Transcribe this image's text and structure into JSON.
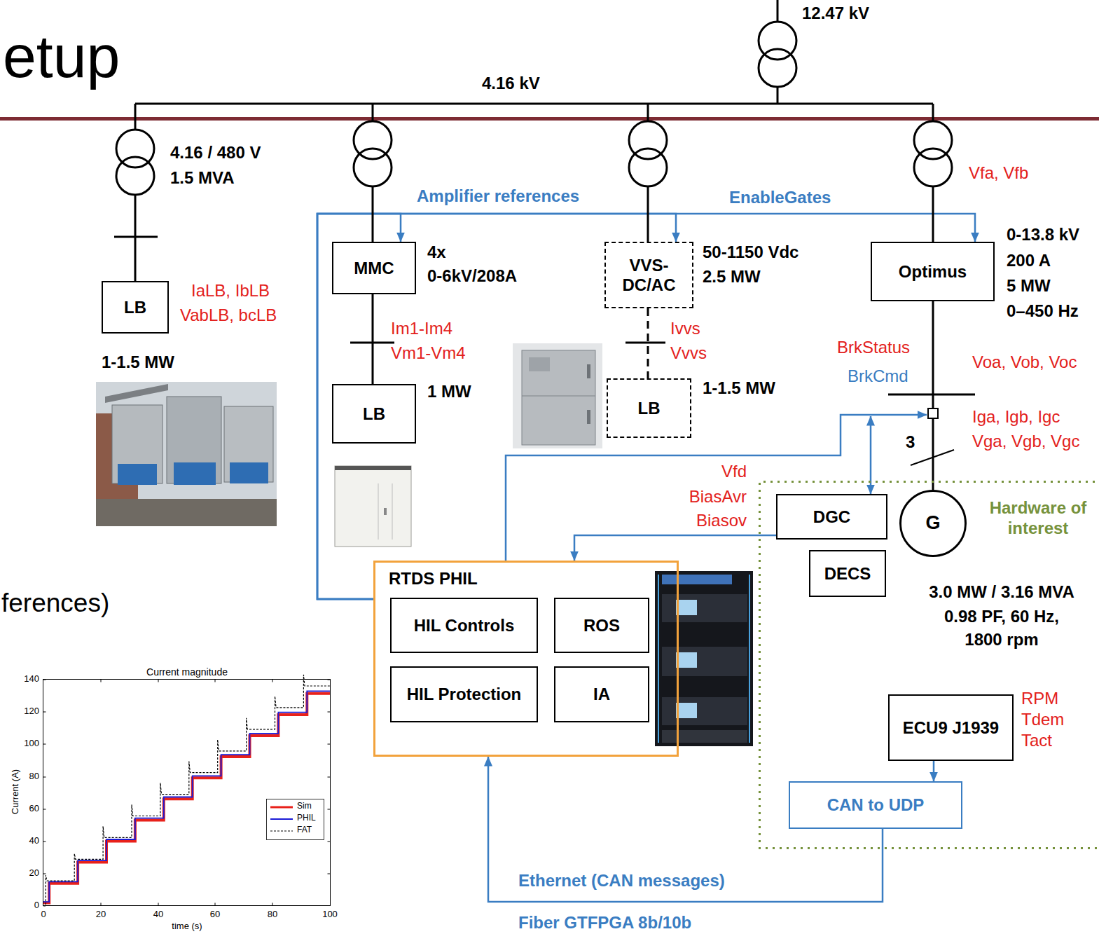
{
  "diagram": {
    "title": "etup",
    "nodes": [
      {
        "text": [
          "LB"
        ]
      },
      {
        "text": [
          "MMC"
        ]
      },
      {
        "text": [
          "VVS- DC/AC"
        ]
      },
      {
        "text": [
          "Optimus"
        ]
      },
      {
        "text": [
          "LB"
        ]
      },
      {
        "text": [
          "LB"
        ]
      },
      {
        "text": [
          "Hardware of interest"
        ]
      },
      {
        "text": [
          "DGC"
        ],
        "in": 6
      },
      {
        "text": [
          "G"
        ],
        "in": 6
      },
      {
        "text": [
          "DECS"
        ],
        "in": 6
      },
      {
        "text": [
          "ECU9 J1939"
        ],
        "in": 6
      },
      {
        "text": [
          "CAN to UDP"
        ],
        "in": 6
      },
      {
        "text": [
          "RTDS PHIL"
        ]
      },
      {
        "text": [
          "HIL Controls"
        ],
        "in": 12
      },
      {
        "text": [
          "ROS"
        ],
        "in": 12
      },
      {
        "text": [
          "HIL Protection"
        ],
        "in": 12
      },
      {
        "text": [
          "IA"
        ],
        "in": 12
      }
    ],
    "edges": [
      {
        "from": 1,
        "to": 4,
        "arrow": "none"
      },
      {
        "from": 2,
        "to": 5,
        "arrow": "none"
      },
      {
        "from": 3,
        "to": 8,
        "arrow": "none"
      },
      {
        "from": 12,
        "to": 1,
        "label": "Amplifier references",
        "arrow": "to"
      },
      {
        "from": 12,
        "to": 2,
        "arrow": "to"
      },
      {
        "from": 12,
        "to": 3,
        "label": "EnableGates",
        "arrow": "to"
      },
      {
        "from": 7,
        "to": 12,
        "arrow": "to"
      },
      {
        "from": 10,
        "to": 11,
        "arrow": "to"
      },
      {
        "from": 11,
        "to": 12,
        "label": "Ethernet (CAN messages)",
        "arrow": "to"
      }
    ],
    "labels": [
      "12.47 kV",
      "4.16 kV",
      "4.16 / 480 V",
      "1.5 MVA",
      "IaLB, IbLB",
      "VabLB, bcLB",
      "1-1.5 MW",
      "4x",
      "0-6kV/208A",
      "Im1-Im4",
      "Vm1-Vm4",
      "1 MW",
      "50-1150 Vdc",
      "2.5 MW",
      "Ivvs",
      "Vvvs",
      "1-1.5 MW",
      "Vfa, Vfb",
      "0-13.8 kV",
      "200 A",
      "5 MW",
      "0–450 Hz",
      "BrkStatus",
      "BrkCmd",
      "Voa, Vob, Voc",
      "Iga, Igb, Igc",
      "Vga, Vgb, Vgc",
      "3",
      "Vfd",
      "BiasAvr",
      "Biasov",
      "3.0 MW / 3.16 MVA",
      "0.98 PF, 60 Hz,",
      "1800 rpm",
      "RPM",
      "Tdem",
      "Tact",
      "Fiber GTFPGA 8b/10b",
      "ferences)",
      "Current magnitude",
      "140",
      "120",
      "100",
      "80",
      "60",
      "40",
      "20",
      "0",
      "0",
      "20",
      "40",
      "60",
      "80",
      "100",
      "Current (A)",
      "time (s)"
    ],
    "legend": [
      {
        "text": "Sim"
      },
      {
        "text": "PHIL"
      },
      {
        "text": "FAT"
      }
    ]
  }
}
